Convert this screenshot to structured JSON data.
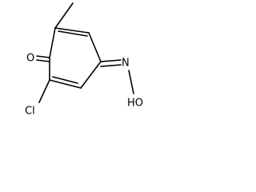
{
  "molecule": {
    "atoms": {
      "oxygen_ketone": "O",
      "chlorine": "Cl",
      "nitrogen": "N",
      "hydroxyl": "HO"
    }
  }
}
